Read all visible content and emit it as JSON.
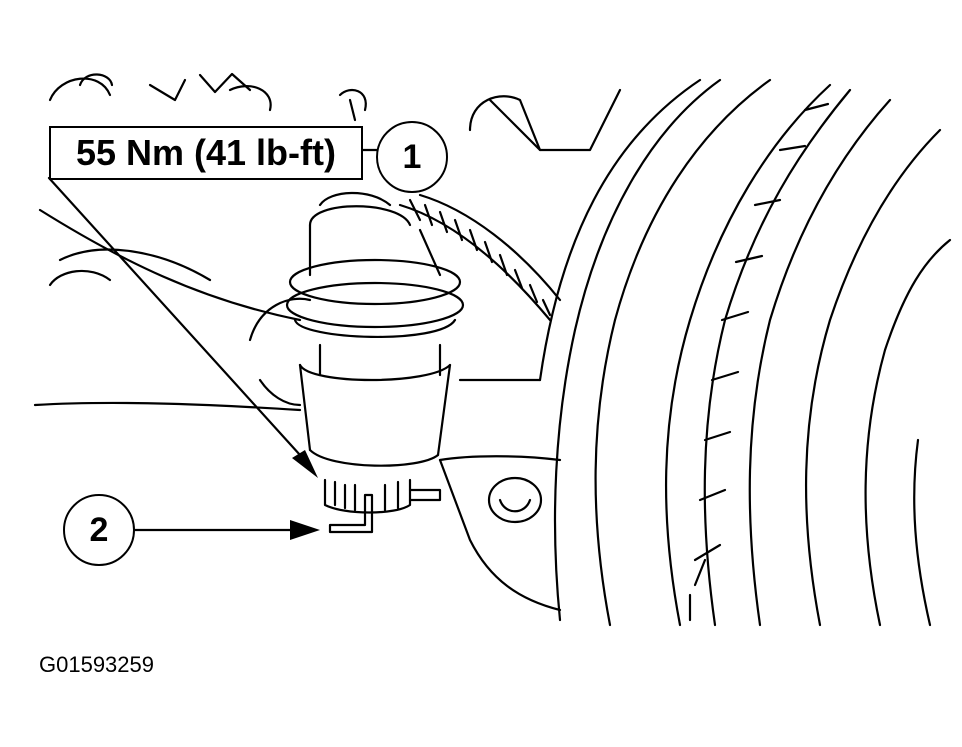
{
  "torque_label": "55 Nm (41 lb-ft)",
  "callouts": [
    {
      "number": "1"
    },
    {
      "number": "2"
    }
  ],
  "figure_id": "G01593259"
}
